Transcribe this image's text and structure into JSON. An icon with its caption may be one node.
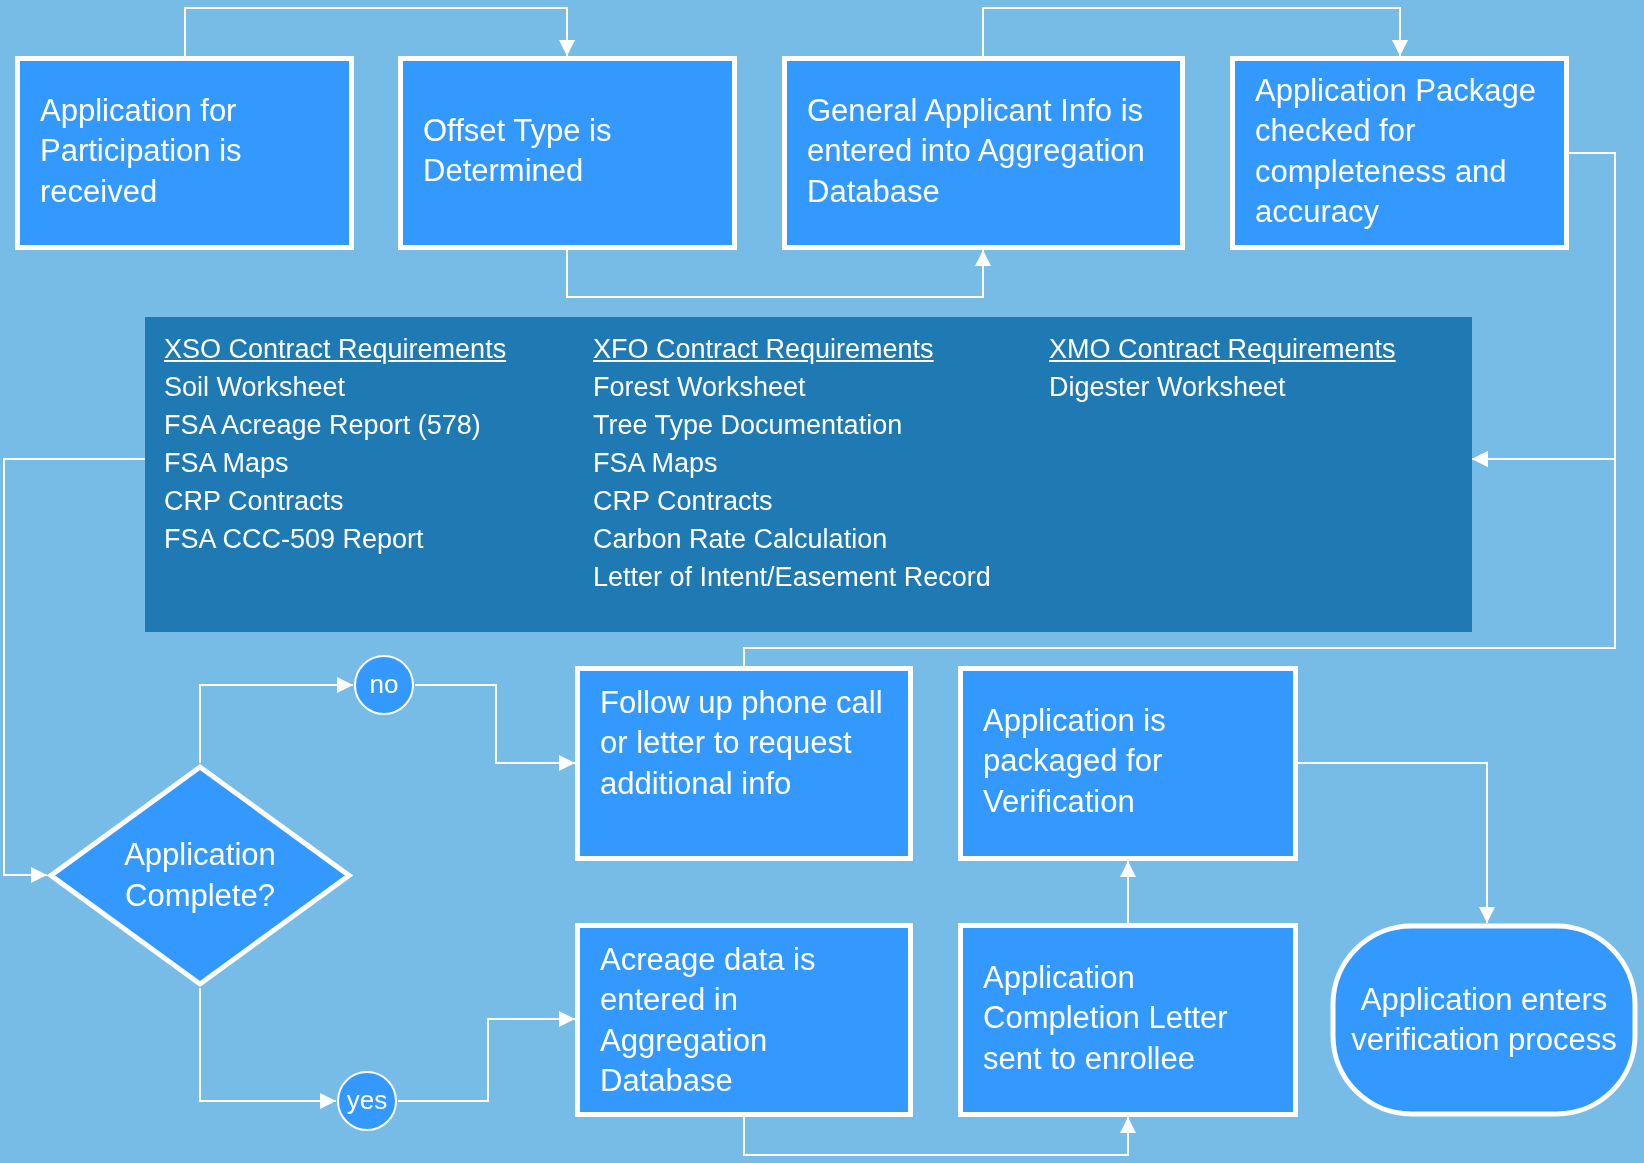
{
  "diagram": {
    "nodes": [
      {
        "text": [
          "Application for Participation is received"
        ]
      },
      {
        "text": [
          "Offset Type is Determined"
        ]
      },
      {
        "text": [
          "General Applicant Info is entered into Aggregation Database"
        ]
      },
      {
        "text": [
          "Application Package checked for completeness and accuracy"
        ]
      },
      {
        "text": [
          "XSO Contract Requirements",
          "Soil Worksheet",
          "FSA Acreage Report (578)",
          "FSA Maps",
          "CRP Contracts",
          "FSA CCC-509 Report",
          "XFO Contract Requirements",
          "Forest Worksheet",
          "Tree Type Documentation",
          "FSA Maps",
          "CRP Contracts",
          "Carbon Rate Calculation",
          "Letter of Intent/Easement Record",
          "XMO Contract Requirements",
          "Digester Worksheet"
        ]
      },
      {
        "text": [
          "Application Complete?"
        ]
      },
      {
        "text": [
          "no"
        ]
      },
      {
        "text": [
          "Follow up phone call or letter to request additional info"
        ]
      },
      {
        "text": [
          "Application is packaged for Verification"
        ]
      },
      {
        "text": [
          "yes"
        ]
      },
      {
        "text": [
          "Acreage data is entered in Aggregation Database"
        ]
      },
      {
        "text": [
          "Application Completion Letter sent to enrollee"
        ]
      },
      {
        "text": [
          "Application enters verification process"
        ]
      }
    ],
    "edges": [
      {
        "from": 0,
        "to": 1,
        "arrow": "to"
      },
      {
        "from": 1,
        "to": 2,
        "arrow": "to"
      },
      {
        "from": 2,
        "to": 3,
        "arrow": "to"
      },
      {
        "from": 3,
        "to": 4,
        "arrow": "to"
      },
      {
        "from": 4,
        "to": 5,
        "arrow": "to"
      },
      {
        "from": 5,
        "to": 6,
        "arrow": "to"
      },
      {
        "from": 6,
        "to": 7,
        "arrow": "to"
      },
      {
        "from": 7,
        "to": 4,
        "arrow": "to"
      },
      {
        "from": 5,
        "to": 9,
        "arrow": "to"
      },
      {
        "from": 9,
        "to": 10,
        "arrow": "to"
      },
      {
        "from": 10,
        "to": 11,
        "arrow": "to"
      },
      {
        "from": 11,
        "to": 8,
        "arrow": "to"
      },
      {
        "from": 8,
        "to": 12,
        "arrow": "to"
      }
    ]
  }
}
